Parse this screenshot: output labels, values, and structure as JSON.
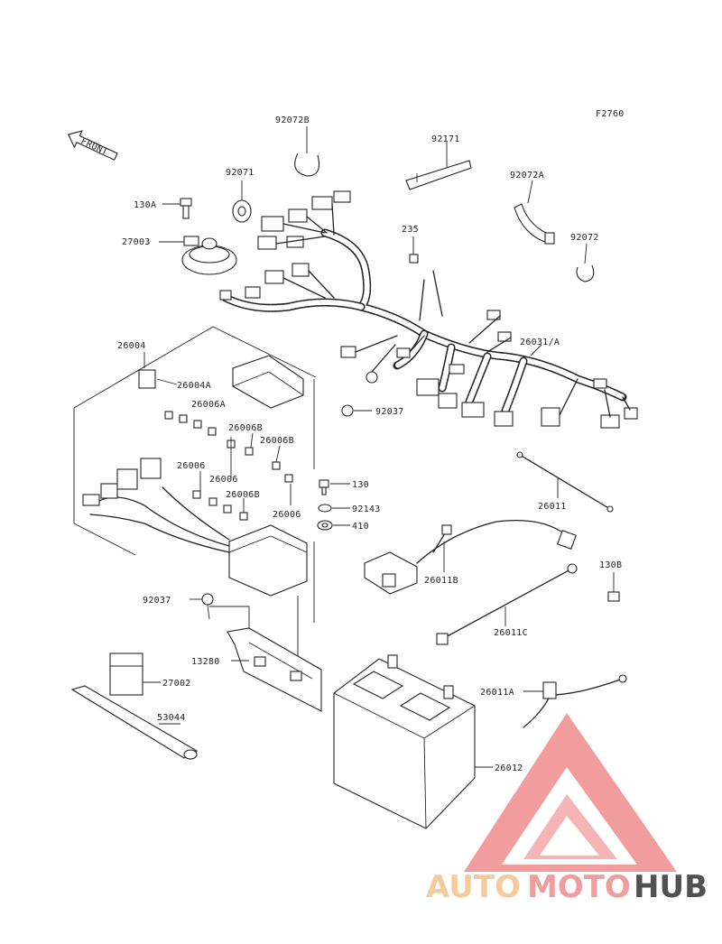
{
  "figure_code": "F2760",
  "front_label": "FRONT",
  "parts": {
    "p92072B": "92072B",
    "p92171": "92171",
    "p92071": "92071",
    "p92072A": "92072A",
    "p130A": "130A",
    "p235": "235",
    "p92072": "92072",
    "p27003": "27003",
    "p26031A": "26031/A",
    "p26004": "26004",
    "p26004A": "26004A",
    "p26006A": "26006A",
    "p26006B_1": "26006B",
    "p26006B_2": "26006B",
    "p26006B_3": "26006B",
    "p26006_1": "26006",
    "p26006_2": "26006",
    "p26006_3": "26006",
    "p92037_1": "92037",
    "p92037_2": "92037",
    "p26011": "26011",
    "p130": "130",
    "p92143": "92143",
    "p410": "410",
    "p26011B": "26011B",
    "p130B": "130B",
    "p26011C": "26011C",
    "p13280": "13280",
    "p27002": "27002",
    "p53044": "53044",
    "p26011A": "26011A",
    "p26012": "26012"
  },
  "watermark": {
    "word_part1": "AUTO",
    "word_part2": "MOTO",
    "word_part3": "HUB",
    "color_light": "#f5c28a",
    "color_mid": "#f08c8c",
    "color_dark": "#333333"
  }
}
